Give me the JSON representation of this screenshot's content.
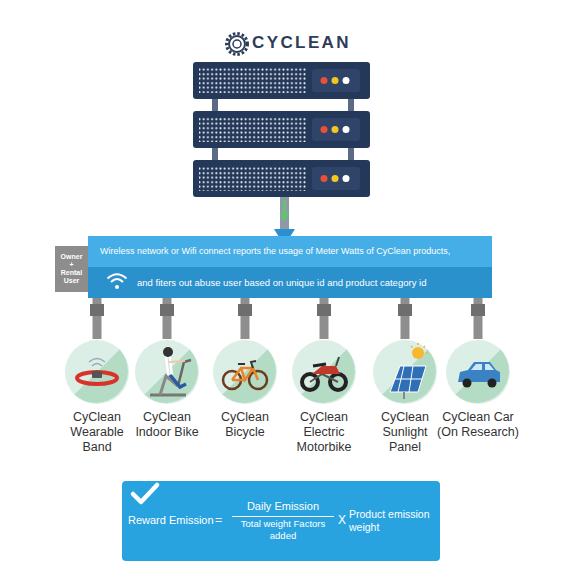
{
  "diagram": {
    "title": "CYCLEAN",
    "nodes": [
      {
        "text": [
          "Wireless network or Wifi connect reports the usage of Meter Watts of CyClean products,",
          "and fiters out abuse user based on unique id and product category id"
        ]
      },
      {
        "text": [
          "Owner + Rental User"
        ]
      },
      {
        "text": [
          "CyClean Wearable Band"
        ]
      },
      {
        "text": [
          "CyClean Indoor Bike"
        ]
      },
      {
        "text": [
          "CyClean Bicycle"
        ]
      },
      {
        "text": [
          "CyClean Electric Motorbike"
        ]
      },
      {
        "text": [
          "CyClean Sunlight Panel"
        ]
      },
      {
        "text": [
          "CyClean Car (On Research)"
        ]
      },
      {
        "text": [
          "Reward Emission",
          "=",
          "Daily Emission",
          "Total weight Factors added",
          "X",
          "Product emission weight"
        ]
      }
    ],
    "edges": [
      {
        "from": 0,
        "to": 2,
        "arrow": "none"
      },
      {
        "from": 0,
        "to": 3,
        "arrow": "none"
      },
      {
        "from": 0,
        "to": 4,
        "arrow": "none"
      },
      {
        "from": 0,
        "to": 5,
        "arrow": "none"
      },
      {
        "from": 0,
        "to": 6,
        "arrow": "none"
      },
      {
        "from": 0,
        "to": 7,
        "arrow": "none"
      }
    ]
  }
}
